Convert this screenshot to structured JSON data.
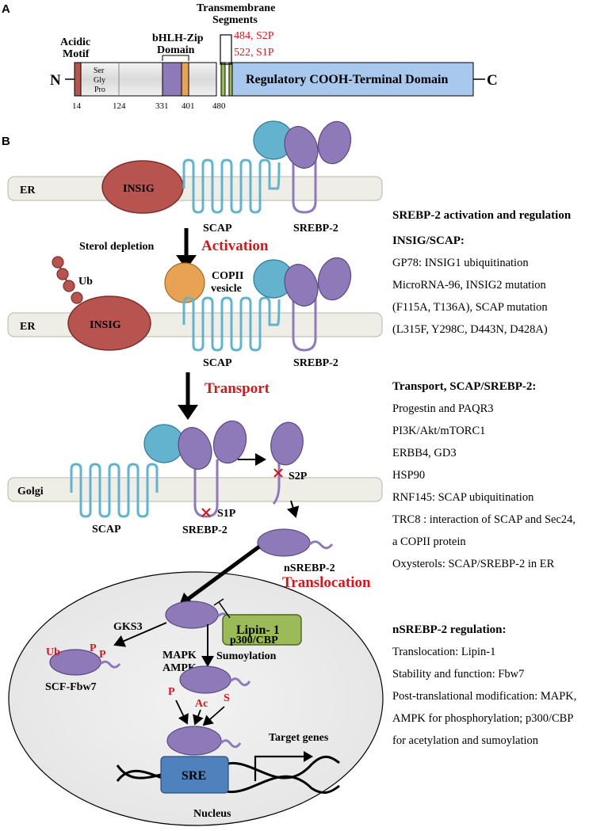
{
  "panel_a": {
    "letter": "A",
    "n_label": "N",
    "c_label": "C",
    "acidic_motif": [
      "Acidic",
      "Motif"
    ],
    "ser_gly_pro": [
      "Ser",
      "Gly",
      "Pro"
    ],
    "bhlh": [
      "bHLH-Zip",
      "Domain"
    ],
    "transmembrane": [
      "Transmembrane",
      "Segments"
    ],
    "s2p_site": "484, S2P",
    "s1p_site": "522, S1P",
    "regulatory": "Regulatory COOH-Terminal Domain",
    "positions": [
      "14",
      "124",
      "331",
      "401",
      "480"
    ]
  },
  "panel_b": {
    "letter": "B",
    "er1": "ER",
    "insig1": "INSIG",
    "scap1": "SCAP",
    "srebp1": "SREBP-2",
    "sterol": "Sterol depletion",
    "activation": "Activation",
    "ub": "Ub",
    "copii": [
      "COPII",
      "vesicle"
    ],
    "er2": "ER",
    "insig2": "INSIG",
    "scap2": "SCAP",
    "srebp2": "SREBP-2",
    "transport": "Transport",
    "golgi": "Golgi",
    "scap3": "SCAP",
    "srebp3": "SREBP-2",
    "s1p": "S1P",
    "s2p": "S2P",
    "nsrebp": "nSREBP-2",
    "translocation": "Translocation",
    "lipin": "Lipin- 1",
    "gks3": "GKS3",
    "mapk": "MAPK",
    "ampk": "AMPK",
    "p300": "p300/CBP",
    "sumo": "Sumoylation",
    "ub_mark": "Ub",
    "p_mark": "P",
    "ac_mark": "Ac",
    "s_mark": "S",
    "scf": "SCF-Fbw7",
    "target": "Target genes",
    "sre": "SRE",
    "nucleus": "Nucleus"
  },
  "side": {
    "title": "SREBP-2 activation and regulation",
    "insig_header": "INSIG/SCAP:",
    "insig_items": [
      "GP78: INSIG1 ubiquitination",
      "MicroRNA-96, INSIG2 mutation",
      "(F115A, T136A), SCAP mutation",
      "(L315F, Y298C, D443N, D428A)"
    ],
    "transport_header": "Transport, SCAP/SREBP-2:",
    "transport_items": [
      "Progestin and PAQR3",
      "PI3K/Akt/mTORC1",
      "ERBB4, GD3",
      "HSP90",
      "RNF145: SCAP ubiquitination",
      "TRC8 : interaction of SCAP and Sec24,",
      "a COPII protein",
      "Oxysterols: SCAP/SREBP-2 in ER"
    ],
    "nsrebp_header": "nSREBP-2 regulation:",
    "nsrebp_items": [
      "Translocation: Lipin-1",
      " Stability and function: Fbw7",
      "Post-translational modification: MAPK,",
      "AMPK for phosphorylation; p300/CBP",
      "for acetylation and sumoylation"
    ]
  },
  "colors": {
    "insig": "#b85450",
    "scap": "#63b3cf",
    "srebp": "#8e7ab8",
    "copii": "#e8a253",
    "lipin": "#9bbb59",
    "sre": "#4f81bd",
    "regulatory": "#a9c8ee",
    "red": "#d0191d",
    "membrane": "#eeede6"
  }
}
